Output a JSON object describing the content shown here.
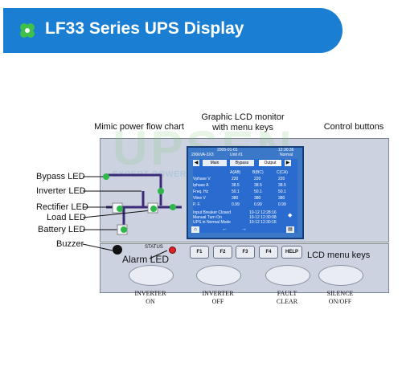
{
  "banner": {
    "title": "LF33 Series UPS Display",
    "color": "#1a7fd2"
  },
  "headers": {
    "mimic": "Mimic power flow chart",
    "lcd_monitor_line1": "Graphic LCD monitor",
    "lcd_monitor_line2": "with menu keys",
    "control_buttons": "Control buttons"
  },
  "watermark": {
    "logo": "UPSEN",
    "tagline": "EXPERT POWER SOLUTIONS"
  },
  "led_labels": {
    "bypass": "Bypass LED",
    "inverter": "Inverter LED",
    "rectifier": "Rectifier LED",
    "load": "Load LED",
    "battery": "Battery LED",
    "buzzer": "Buzzer",
    "alarm": "Alarm LED",
    "status": "STATUS",
    "lcd_keys": "LCD menu keys"
  },
  "lcd": {
    "date": "2005-01-01",
    "time": "12:30:36",
    "model": "200kVA-3X3",
    "unit": "Unit #1",
    "state": "Normal",
    "tabs": [
      "Main",
      "Bypass",
      "Output"
    ],
    "columns": [
      "A(AB)",
      "B(BC)",
      "C(CA)"
    ],
    "rows": [
      {
        "label": "Vphase V",
        "values": [
          "220",
          "220",
          "220"
        ]
      },
      {
        "label": "Iphase  A",
        "values": [
          "38.5",
          "38.5",
          "38.5"
        ]
      },
      {
        "label": "Freq. Hz",
        "values": [
          "50.1",
          "50.1",
          "50.1"
        ]
      },
      {
        "label": "Vline V",
        "values": [
          "380",
          "380",
          "380"
        ]
      },
      {
        "label": "P. F.",
        "values": [
          "0.99",
          "0.99",
          "0.99"
        ]
      }
    ],
    "log": [
      {
        "text": "Input Breaker Closed",
        "stamp": "10-12  12:28:16"
      },
      {
        "text": "Manual Turn On",
        "stamp": "10-12  12:30:08"
      },
      {
        "text": "UPS in Normal Mode",
        "stamp": "10-12  12:30:16"
      }
    ]
  },
  "fkeys": [
    "F1",
    "F2",
    "F3",
    "F4",
    "HELP"
  ],
  "control_buttons": [
    {
      "line1": "INVERTER",
      "line2": "ON"
    },
    {
      "line1": "INVERTER",
      "line2": "OFF"
    },
    {
      "line1": "FAULT",
      "line2": "CLEAR"
    },
    {
      "line1": "SILENCE",
      "line2": "ON/OFF"
    }
  ],
  "colors": {
    "led_green": "#2fb84a",
    "alarm_red": "#d9262a",
    "flow_line": "#3a2a78"
  }
}
